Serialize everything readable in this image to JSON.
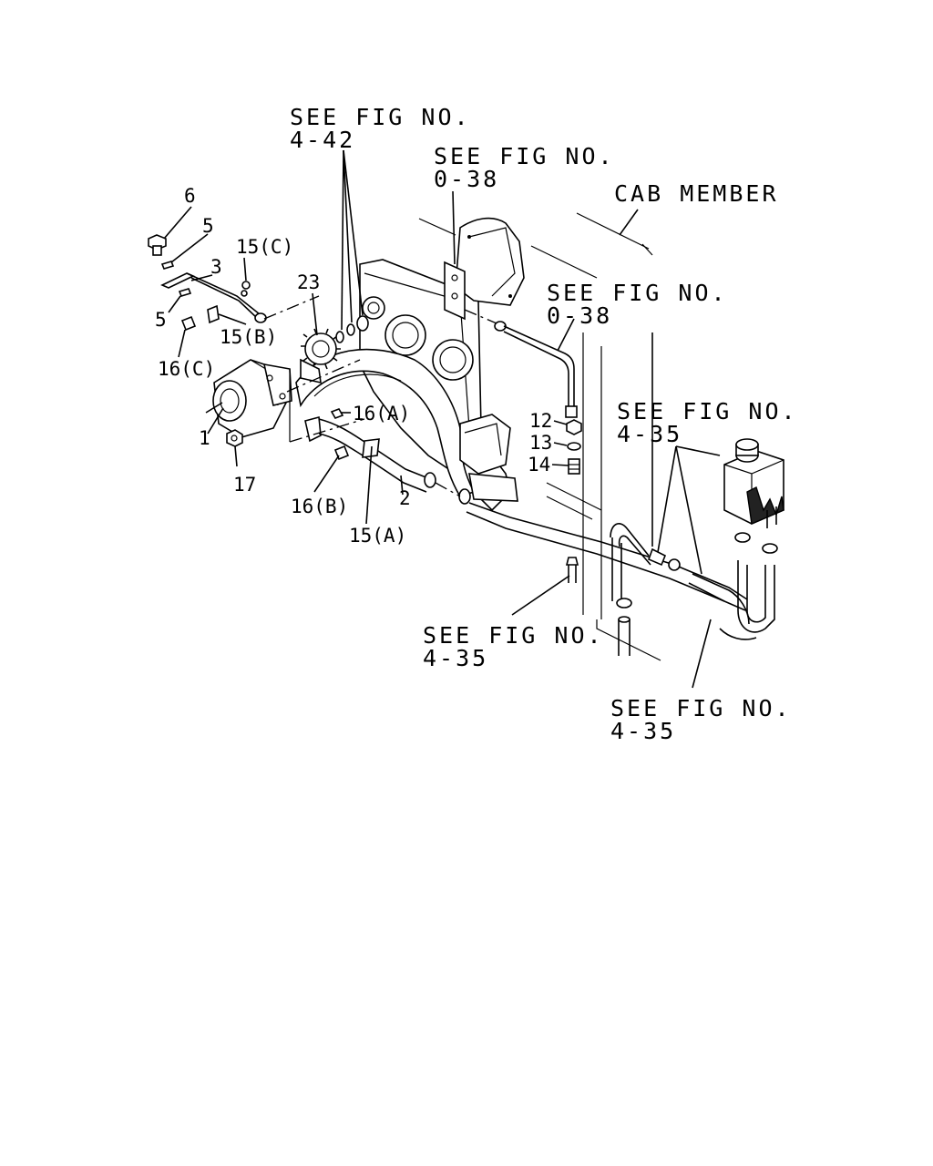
{
  "references": {
    "fig_4_42": {
      "line1": "SEE FIG NO.",
      "line2": "4-42"
    },
    "fig_0_38_top": {
      "line1": "SEE FIG NO.",
      "line2": "0-38"
    },
    "cab_member": "CAB MEMBER",
    "fig_0_38_mid": {
      "line1": "SEE FIG NO.",
      "line2": "0-38"
    },
    "fig_4_35_right": {
      "line1": "SEE FIG NO.",
      "line2": "4-35"
    },
    "fig_4_35_bottom_left": {
      "line1": "SEE FIG NO.",
      "line2": "4-35"
    },
    "fig_4_35_bottom_right": {
      "line1": "SEE FIG NO.",
      "line2": "4-35"
    }
  },
  "callouts": {
    "p1": "1",
    "p2": "2",
    "p3": "3",
    "p5a": "5",
    "p5b": "5",
    "p6": "6",
    "p12": "12",
    "p13": "13",
    "p14": "14",
    "p15a": "15(A)",
    "p15b": "15(B)",
    "p15c": "15(C)",
    "p16a": "16(A)",
    "p16b": "16(B)",
    "p16c": "16(C)",
    "p17": "17",
    "p23": "23"
  }
}
